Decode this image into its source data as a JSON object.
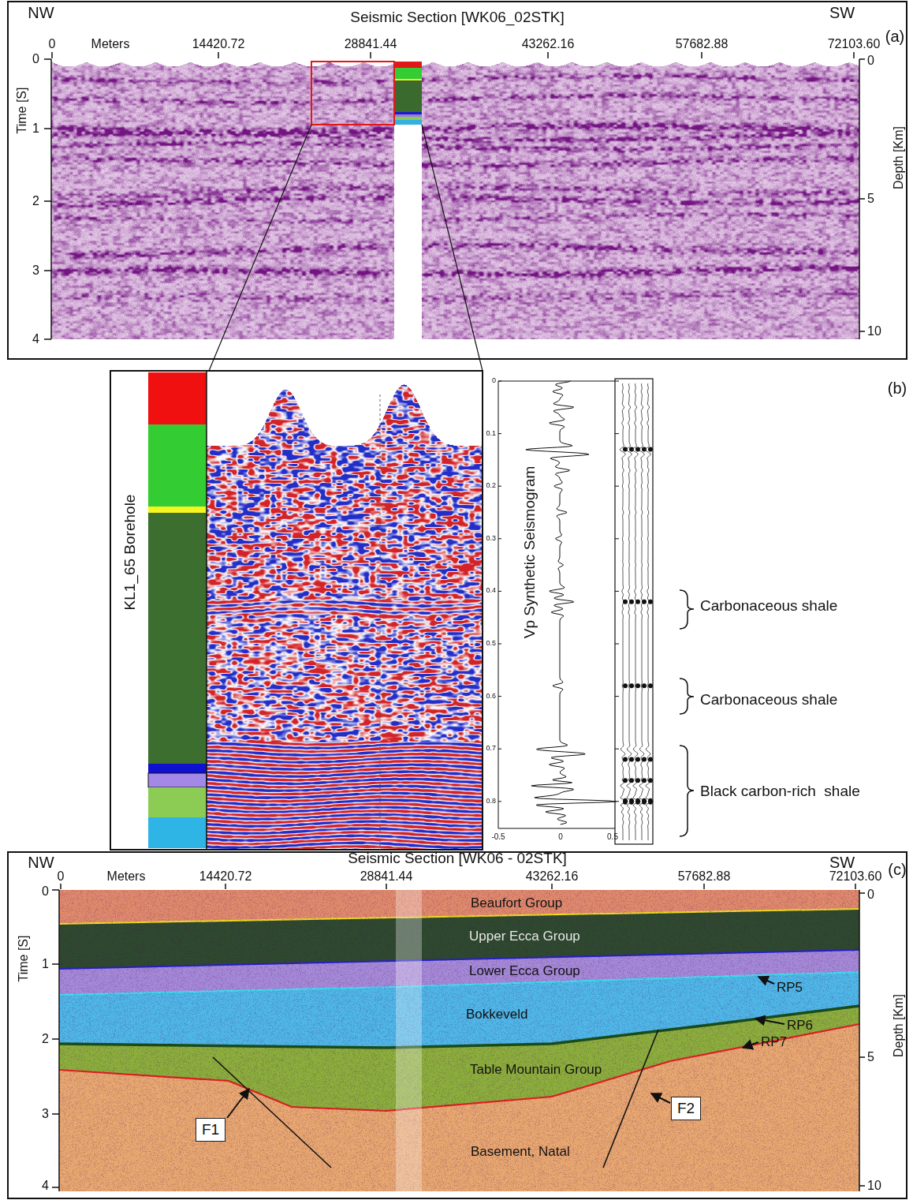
{
  "diagram": {
    "nodes": [
      {
        "text": [
          "Beaufort Group"
        ]
      },
      {
        "text": [
          "Upper Ecca Group"
        ]
      },
      {
        "text": [
          "Lower Ecca Group"
        ]
      },
      {
        "text": [
          "Bokkeveld"
        ]
      },
      {
        "text": [
          "Table Mountain Group"
        ]
      },
      {
        "text": [
          "Basement, Natal"
        ]
      },
      {
        "text": [
          "F1"
        ]
      },
      {
        "text": [
          "F2"
        ]
      }
    ],
    "labels": [
      "NW",
      "Seismic Section [WK06_02STK]",
      "SW",
      "(a)",
      "0",
      "Meters",
      "14420.72",
      "28841.44",
      "43262.16",
      "57682.88",
      "72103.60",
      "0",
      "1",
      "2",
      "3",
      "4",
      "Time [S]",
      "0",
      "5",
      "10",
      "Depth [Km]",
      "(b)",
      "KL1_65 Borehole",
      "Vp Synthetic Seismogram",
      "0",
      "0.1",
      "0.2",
      "0.3",
      "0.4",
      "0.5",
      "0.6",
      "0.7",
      "0.8",
      "-0.5",
      "0",
      "0.5",
      "Carbonaceous shale",
      "Carbonaceous shale",
      "Black carbon-rich  shale",
      "NW",
      "Seismic Section [WK06 - 02STK]",
      "SW",
      "(c)",
      "0",
      "Meters",
      "14420.72",
      "28841.44",
      "43262.16",
      "57682.88",
      "72103.60",
      "0",
      "1",
      "2",
      "3",
      "4",
      "Time [S]",
      "0",
      "5",
      "10",
      "Depth [Km]",
      "RP5",
      "RP6",
      "RP7"
    ]
  }
}
